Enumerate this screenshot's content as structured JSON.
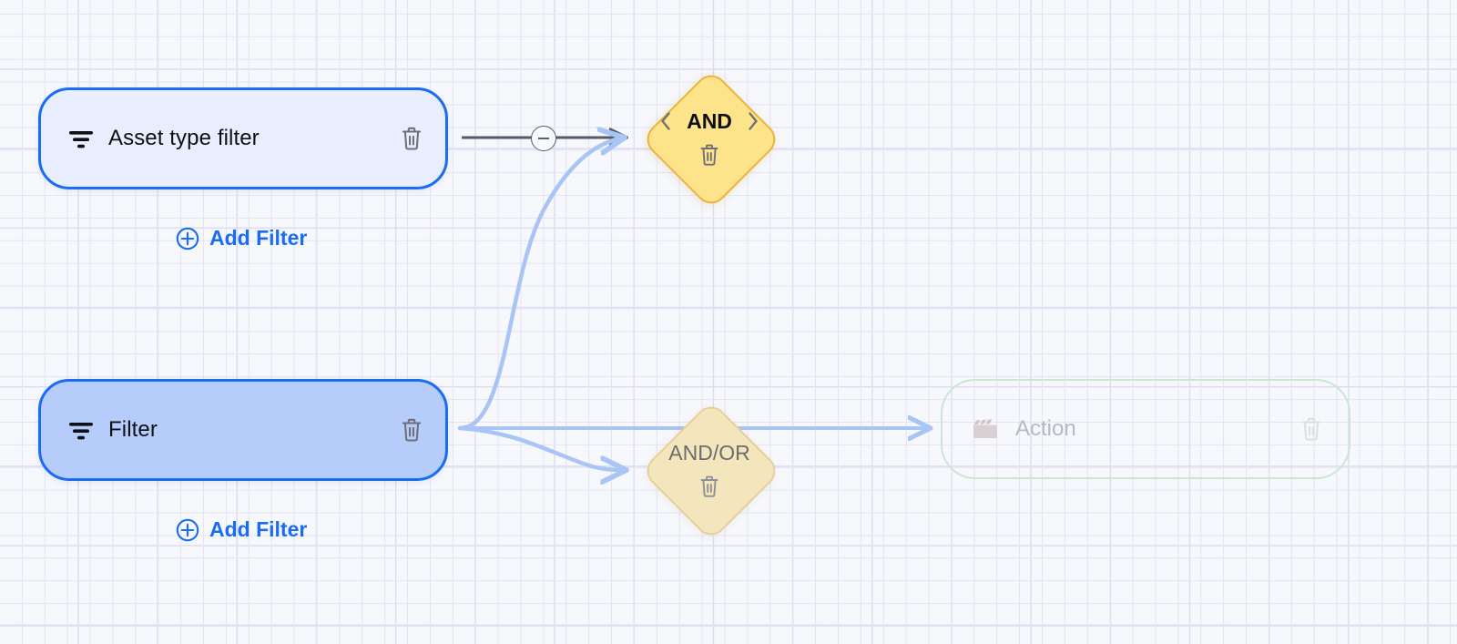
{
  "canvas": {
    "background_color": "#f7f8fc",
    "grid_minor_color": "#e3e3f2",
    "grid_major_color": "#dedcf0"
  },
  "colors": {
    "node_border_blue": "#1a6cf5",
    "node_fill_light": "#e8eefd",
    "node_fill_selected": "#b6cdfb",
    "diamond_fill": "#fde389",
    "diamond_border": "#eeb23c",
    "diamond_fill_muted": "#f3e6bd",
    "diamond_border_muted": "#e7cf9a",
    "ghost_border_green": "#c9e6d6",
    "edge_blue": "#a9c5f5",
    "edge_dark": "#55596a",
    "link_blue": "#1a6cf5",
    "muted_text": "#6d6d6d",
    "ghost_text": "#b6b9bf"
  },
  "nodes": {
    "asset_type_filter": {
      "label": "Asset type filter",
      "icon": "filter-funnel-icon",
      "delete_icon": "trash-icon",
      "state": "default"
    },
    "filter": {
      "label": "Filter",
      "icon": "filter-funnel-icon",
      "delete_icon": "trash-icon",
      "state": "selected"
    },
    "and_gate": {
      "label": "AND",
      "prev_icon": "chevron-left-icon",
      "next_icon": "chevron-right-icon",
      "delete_icon": "trash-icon",
      "state": "active"
    },
    "and_or_gate": {
      "label": "AND/OR",
      "delete_icon": "trash-icon",
      "state": "placeholder"
    },
    "action": {
      "label": "Action",
      "icon": "clapperboard-icon",
      "delete_icon": "trash-icon",
      "state": "placeholder"
    }
  },
  "links": {
    "add_filter_top": {
      "label": "Add Filter",
      "icon": "plus-circle-icon"
    },
    "add_filter_bottom": {
      "label": "Add Filter",
      "icon": "plus-circle-icon"
    }
  },
  "edges": {
    "remove_button": {
      "icon": "minus-circle-icon",
      "tooltip": ""
    }
  }
}
